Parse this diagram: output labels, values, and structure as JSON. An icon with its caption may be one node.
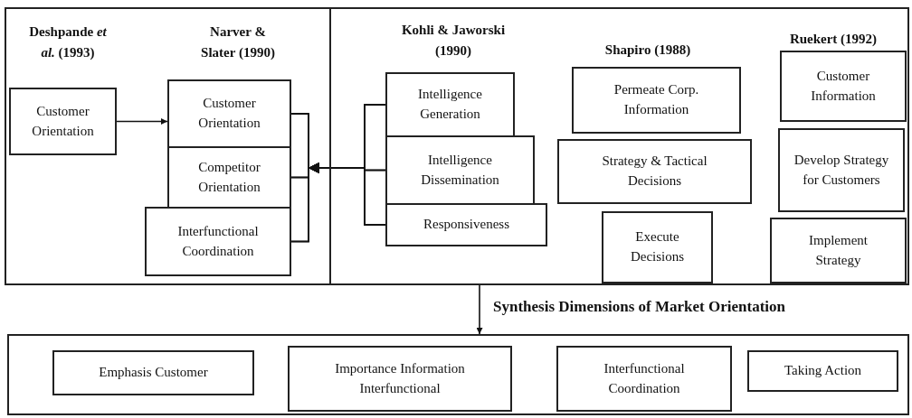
{
  "diagram": {
    "title": "Synthesis Dimensions of Market Orientation",
    "nodes": [
      {
        "text": [
          "Deshpande *et al.* (1993)",
          "Narver & Slater (1990)"
        ]
      },
      {
        "text": [
          "Customer Orientation"
        ],
        "in": 0
      },
      {
        "text": [
          "Customer Orientation"
        ],
        "in": 0
      },
      {
        "text": [
          "Competitor Orientation"
        ],
        "in": 0
      },
      {
        "text": [
          "Interfunctional Coordination"
        ],
        "in": 0
      },
      {
        "text": [
          "Kohli & Jaworski (1990)",
          "Shapiro (1988)",
          "Ruekert (1992)"
        ]
      },
      {
        "text": [
          "Intelligence Generation"
        ],
        "in": 5
      },
      {
        "text": [
          "Intelligence Dissemination"
        ],
        "in": 5
      },
      {
        "text": [
          "Responsiveness"
        ],
        "in": 5
      },
      {
        "text": [
          "Permeate Corp. Information"
        ],
        "in": 5
      },
      {
        "text": [
          "Strategy & Tactical Decisions"
        ],
        "in": 5
      },
      {
        "text": [
          "Execute Decisions"
        ],
        "in": 5
      },
      {
        "text": [
          "Customer Information"
        ],
        "in": 5
      },
      {
        "text": [
          "Develop Strategy for Customers"
        ],
        "in": 5
      },
      {
        "text": [
          "Implement Strategy"
        ],
        "in": 5
      },
      {
        "text": [],
        "shape": "box"
      },
      {
        "text": [
          "Emphasis Customer"
        ],
        "in": 15
      },
      {
        "text": [
          "Importance Information Interfunctional"
        ],
        "in": 15
      },
      {
        "text": [
          "Interfunctional Coordination"
        ],
        "in": 15
      },
      {
        "text": [
          "Taking Action"
        ],
        "in": 15
      }
    ],
    "edges": [
      {
        "from": 1,
        "to": 2,
        "arrow": "to"
      },
      {
        "from": 6,
        "to": 2,
        "arrow": "to"
      },
      {
        "from": 6,
        "to": 3,
        "arrow": "to"
      },
      {
        "from": 6,
        "to": 4,
        "arrow": "to"
      },
      {
        "from": 7,
        "to": 2,
        "arrow": "to"
      },
      {
        "from": 7,
        "to": 3,
        "arrow": "to"
      },
      {
        "from": 7,
        "to": 4,
        "arrow": "to"
      },
      {
        "from": 8,
        "to": 2,
        "arrow": "to"
      },
      {
        "from": 8,
        "to": 3,
        "arrow": "to"
      },
      {
        "from": 8,
        "to": 4,
        "arrow": "to"
      },
      {
        "from": 5,
        "to": 15,
        "arrow": "to"
      }
    ]
  }
}
